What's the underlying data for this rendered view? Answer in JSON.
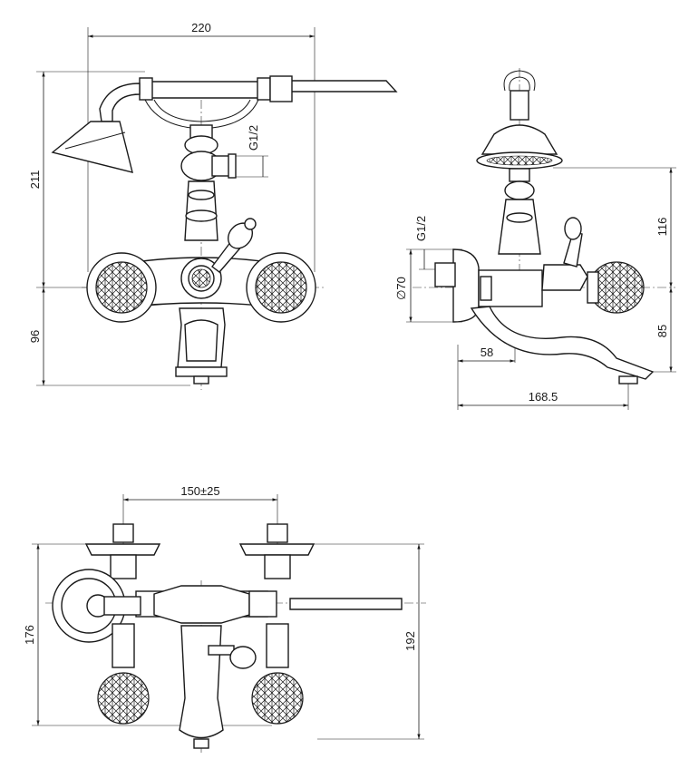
{
  "drawing": {
    "front_view": {
      "width_dim": "220",
      "height_top_dim": "211",
      "height_bottom_dim": "96",
      "thread_label": "G1/2"
    },
    "side_view": {
      "thread_label": "G1/2",
      "diameter_label": "∅70",
      "height_top_dim": "116",
      "height_bottom_dim": "85",
      "spout_offset_dim": "58",
      "total_depth_dim": "168.5"
    },
    "top_view": {
      "centers_dim": "150±25",
      "left_depth_dim": "176",
      "right_depth_dim": "192"
    }
  }
}
